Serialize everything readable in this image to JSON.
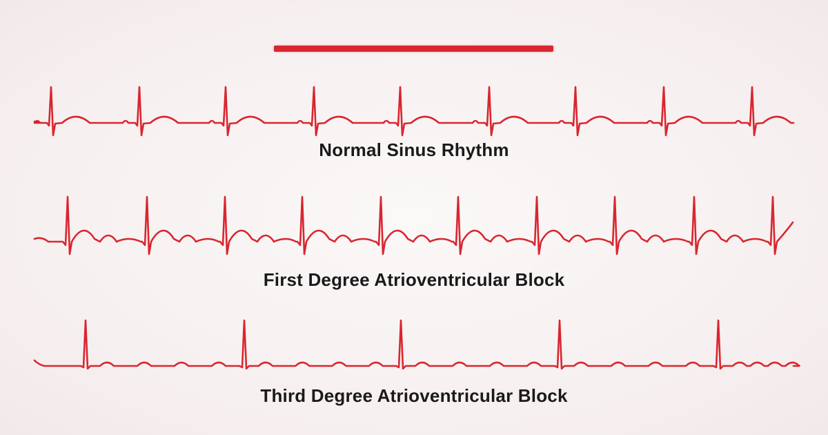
{
  "colors": {
    "trace": "#d9262f",
    "text": "#1a1a1a"
  },
  "rhythms": [
    {
      "label": "Normal Sinus Rhythm"
    },
    {
      "label": "First Degree Atrioventricular Block"
    },
    {
      "label": "Third Degree Atrioventricular Block"
    }
  ]
}
